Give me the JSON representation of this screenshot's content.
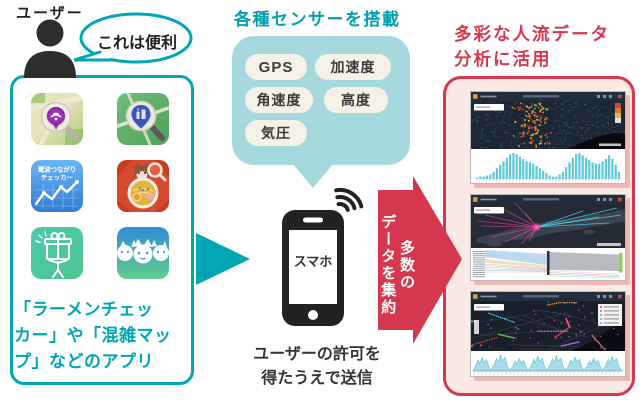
{
  "colors": {
    "teal": "#00a6b3",
    "teal_light": "#a6d9dd",
    "teal_title": "#00a0ad",
    "red": "#d5384e",
    "pink_bg": "#fbe9e5",
    "pill_cream": "#f5f1e6",
    "dark_text": "#333333",
    "chart_cyan": "#5fc8d9"
  },
  "left": {
    "user_label": "ユーザー",
    "speech_bubble": "これは便利",
    "caption_lines": [
      "「ラーメンチェッ",
      "カー」や「混雑マッ",
      "プ」などのアプリ"
    ],
    "app_icons": [
      {
        "name": "wifi-spot-map-app"
      },
      {
        "name": "spot-search-map-app"
      },
      {
        "name": "signal-checker-app",
        "label_lines": [
          "電波つながり",
          "チェッカー"
        ]
      },
      {
        "name": "ramen-checker-app"
      },
      {
        "name": "gift-campaign-app"
      },
      {
        "name": "crowd-map-app"
      }
    ]
  },
  "middle": {
    "sensors_title": "各種センサーを搭載",
    "sensors": [
      "GPS",
      "加速度",
      "角速度",
      "高度",
      "気圧"
    ],
    "phone_label": "スマホ",
    "caption_lines": [
      "ユーザーの許可を",
      "得たうえで送信"
    ]
  },
  "aggregate_arrow": {
    "line1": "多数の",
    "line2": "データを集約"
  },
  "right": {
    "title_lines": [
      "多彩な人流データ",
      "分析に活用"
    ],
    "screenshots": [
      {
        "name": "heatmap-dashboard",
        "chart": "bar",
        "bars": [
          1,
          2,
          2,
          3,
          4,
          6,
          9,
          12,
          15,
          18,
          21,
          22,
          21,
          19,
          17,
          15,
          14,
          13,
          11,
          9,
          7,
          5,
          3,
          2,
          2,
          4,
          6,
          10,
          14,
          18,
          21,
          22,
          20,
          18,
          16,
          14,
          13,
          13,
          15,
          17,
          20,
          17,
          12,
          6
        ]
      },
      {
        "name": "od-flow-dashboard",
        "chart": "sankey"
      },
      {
        "name": "road-network-dashboard",
        "chart": "area",
        "peaks": [
          0.78,
          0.95,
          0.72,
          0.88,
          0.9,
          0.82,
          0.74,
          0.86
        ]
      }
    ]
  }
}
